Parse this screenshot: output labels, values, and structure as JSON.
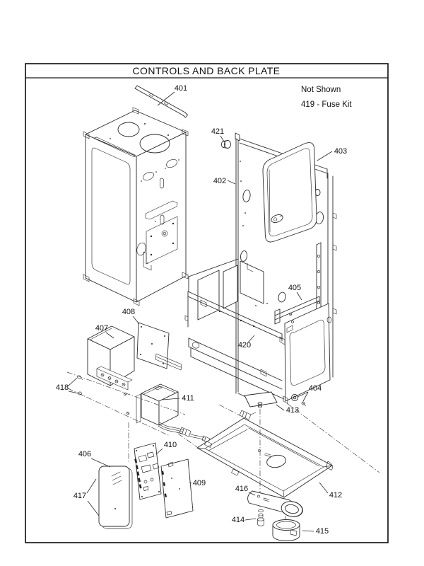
{
  "page": {
    "title": "CONTROLS AND BACK PLATE",
    "background": "#ffffff",
    "ink_color": "#1a1a1a"
  },
  "notes": {
    "heading": "Not Shown",
    "item": "419  - Fuse Kit"
  },
  "callouts": [
    {
      "label": "401"
    },
    {
      "label": "402"
    },
    {
      "label": "403"
    },
    {
      "label": "404"
    },
    {
      "label": "405"
    },
    {
      "label": "406"
    },
    {
      "label": "407"
    },
    {
      "label": "408"
    },
    {
      "label": "409"
    },
    {
      "label": "410"
    },
    {
      "label": "411"
    },
    {
      "label": "412"
    },
    {
      "label": "413"
    },
    {
      "label": "414"
    },
    {
      "label": "415"
    },
    {
      "label": "416"
    },
    {
      "label": "417"
    },
    {
      "label": "418"
    },
    {
      "label": "420"
    },
    {
      "label": "421"
    }
  ]
}
